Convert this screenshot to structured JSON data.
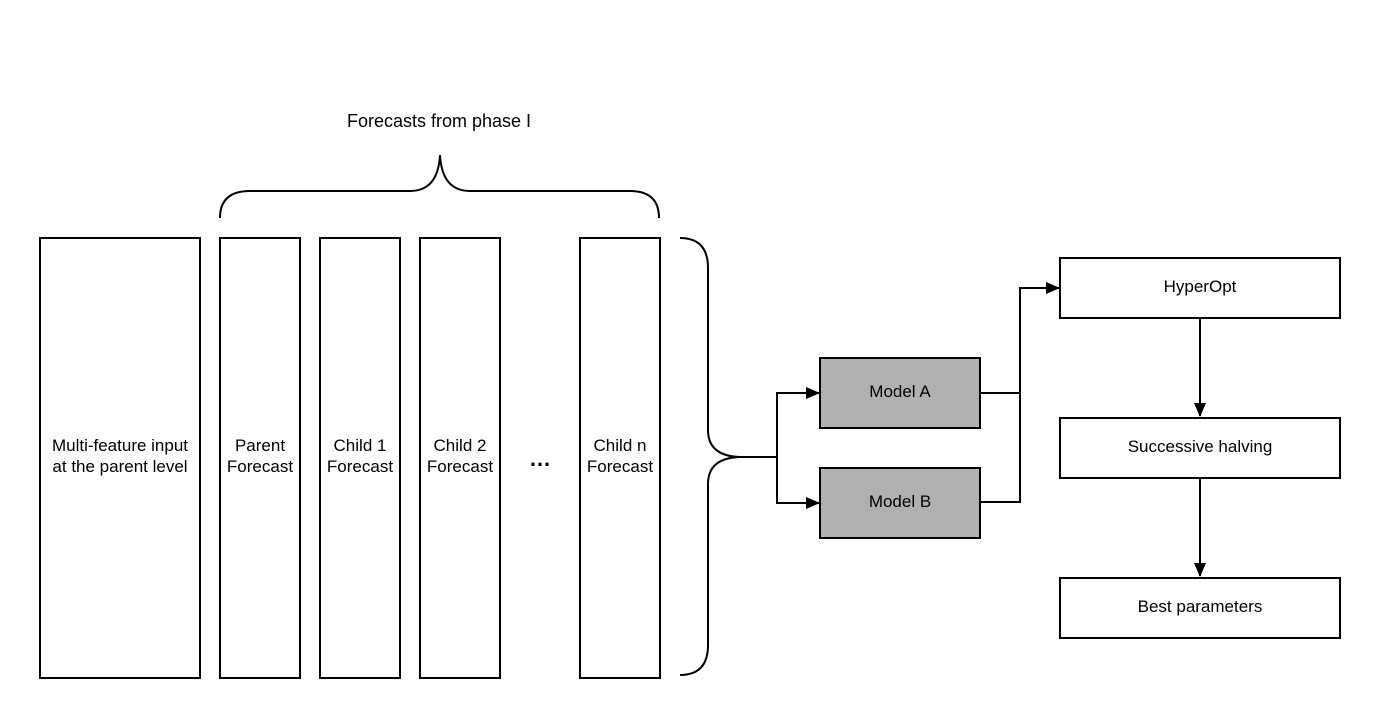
{
  "caption": "Forecasts from phase I",
  "inputs": {
    "main": {
      "line1": "Multi-feature input",
      "line2": "at the parent level"
    },
    "parent": {
      "line1": "Parent",
      "line2": "Forecast"
    },
    "child1": {
      "line1": "Child 1",
      "line2": "Forecast"
    },
    "child2": {
      "line1": "Child 2",
      "line2": "Forecast"
    },
    "ellipsis": "…",
    "childn": {
      "line1": "Child n",
      "line2": "Forecast"
    }
  },
  "models": {
    "a": "Model A",
    "b": "Model B"
  },
  "tuning": {
    "hyperopt": "HyperOpt",
    "halving": "Successive halving",
    "best": "Best parameters"
  },
  "colors": {
    "model_fill": "#b0b0b0",
    "stroke": "#000000",
    "background": "#ffffff"
  }
}
